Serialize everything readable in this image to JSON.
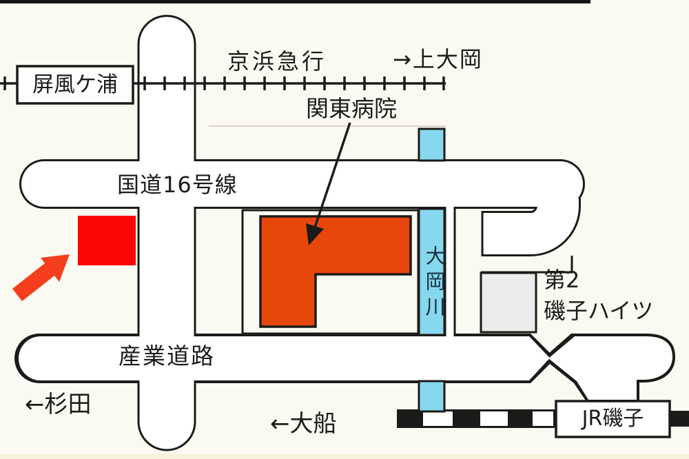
{
  "map": {
    "labels": {
      "keikyu_line": "京浜急行",
      "to_kamiooka": "→上大岡",
      "byobugaura_station": "屏風ケ浦",
      "kanto_hospital": "関東病院",
      "route_16": "国道16号線",
      "ooka_river": "大岡川",
      "heights_no2": "第2",
      "heights_name": "磯子ハイツ",
      "sangyo_road": "産業道路",
      "to_sugita": "←杉田",
      "to_ofuna": "←大船",
      "jr_isogo": "JR磯子"
    },
    "colors": {
      "destination_red": "#FB0604",
      "arrow_red": "#F43E1D",
      "hospital_orange": "#E8470C",
      "river_blue": "#87D7EF",
      "building_gray": "#EAEDE9",
      "line_black": "#1B1B19",
      "background": "#FAF9F2"
    }
  }
}
